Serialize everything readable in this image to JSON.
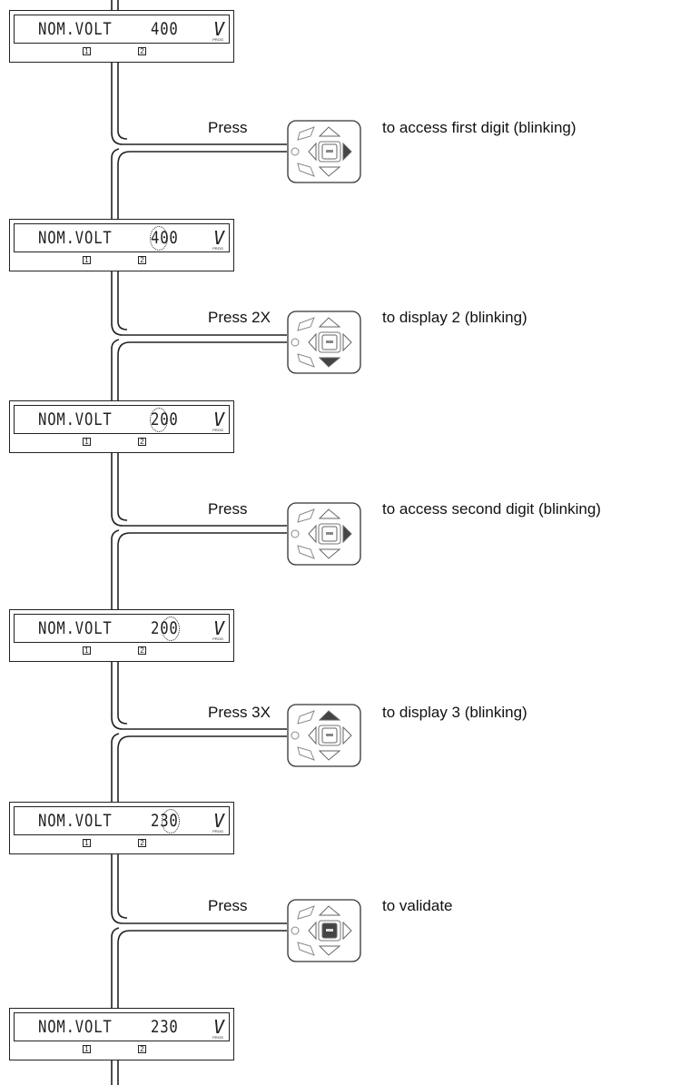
{
  "displays": [
    {
      "label": "NOM.VOLT",
      "value": "400",
      "unit": "V",
      "prog": "PROG",
      "ind1": "1",
      "ind2": "2"
    },
    {
      "label": "NOM.VOLT",
      "value": "400",
      "unit": "V",
      "prog": "PROG",
      "ind1": "1",
      "ind2": "2"
    },
    {
      "label": "NOM.VOLT",
      "value": "200",
      "unit": "V",
      "prog": "PROG",
      "ind1": "1",
      "ind2": "2"
    },
    {
      "label": "NOM.VOLT",
      "value": "200",
      "unit": "V",
      "prog": "PROG",
      "ind1": "1",
      "ind2": "2"
    },
    {
      "label": "NOM.VOLT",
      "value": "230",
      "unit": "V",
      "prog": "PROG",
      "ind1": "1",
      "ind2": "2"
    },
    {
      "label": "NOM.VOLT",
      "value": "230",
      "unit": "V",
      "prog": "PROG",
      "ind1": "1",
      "ind2": "2"
    }
  ],
  "steps": [
    {
      "press": "Press",
      "action": "to access first digit (blinking)",
      "key": "right"
    },
    {
      "press": "Press 2X",
      "action": "to display 2 (blinking)",
      "key": "down"
    },
    {
      "press": "Press",
      "action": "to access second digit (blinking)",
      "key": "right"
    },
    {
      "press": "Press 3X",
      "action": "to display 3 (blinking)",
      "key": "up"
    },
    {
      "press": "Press",
      "action": "to validate",
      "key": "enter"
    }
  ],
  "colors": {
    "line": "#222222",
    "key_active": "#444444",
    "key_inactive": "#ffffff"
  }
}
